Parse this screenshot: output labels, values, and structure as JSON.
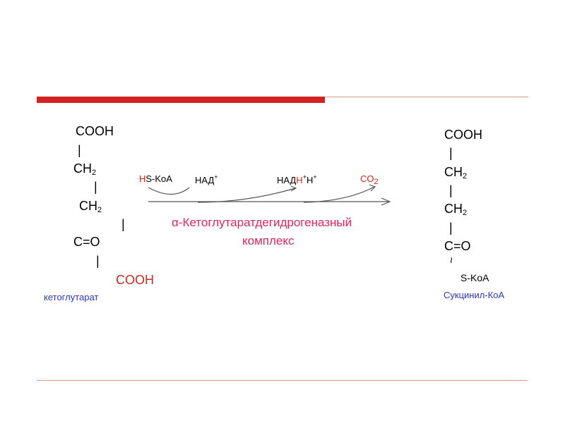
{
  "substrate": {
    "group1": "COOH",
    "bond1": "|",
    "group2": "CH",
    "group2_sub": "2",
    "bond2": "|",
    "group3": "CH",
    "group3_sub": "2",
    "bond3": "|",
    "group4": "C=O",
    "bond4": "|",
    "group5": "COOH",
    "name": "кетоглутарат"
  },
  "product": {
    "group1": "COOH",
    "bond1": "|",
    "group2": "CH",
    "group2_sub": "2",
    "bond2": "|",
    "group3": "CH",
    "group3_sub": "2",
    "bond3": "|",
    "group4": "C=O",
    "highenergy_bond": "~",
    "group5": "S-KoA",
    "name": "Сукцинил-КоА"
  },
  "reaction": {
    "hskoa_h": "H",
    "hskoa_rest": "S-KoA",
    "nad": "НАД",
    "nad_sup": "+",
    "nadh_main": "НАД",
    "nadh_h": "Н",
    "nadh_sup1": "+",
    "nadh_h2": "Н",
    "nadh_sup2": "+",
    "co2": "CO",
    "co2_sub": "2",
    "enzyme_line1": "α-Кетоглутаратдегидрогеназный",
    "enzyme_line2": "комплекс"
  },
  "colors": {
    "red": "#d6261c",
    "blue": "#2b34c8",
    "pink": "#e3275c",
    "bar": "#d42222",
    "thin_line": "#d99a8c"
  }
}
